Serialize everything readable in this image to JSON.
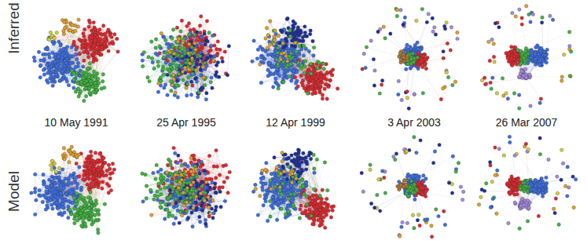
{
  "diagram": {
    "labels": [
      "Inferred",
      "Model",
      "10 May 1991",
      "25 Apr 1995",
      "12 Apr 1999",
      "3 Apr 2003",
      "26 Mar 2007"
    ]
  }
}
